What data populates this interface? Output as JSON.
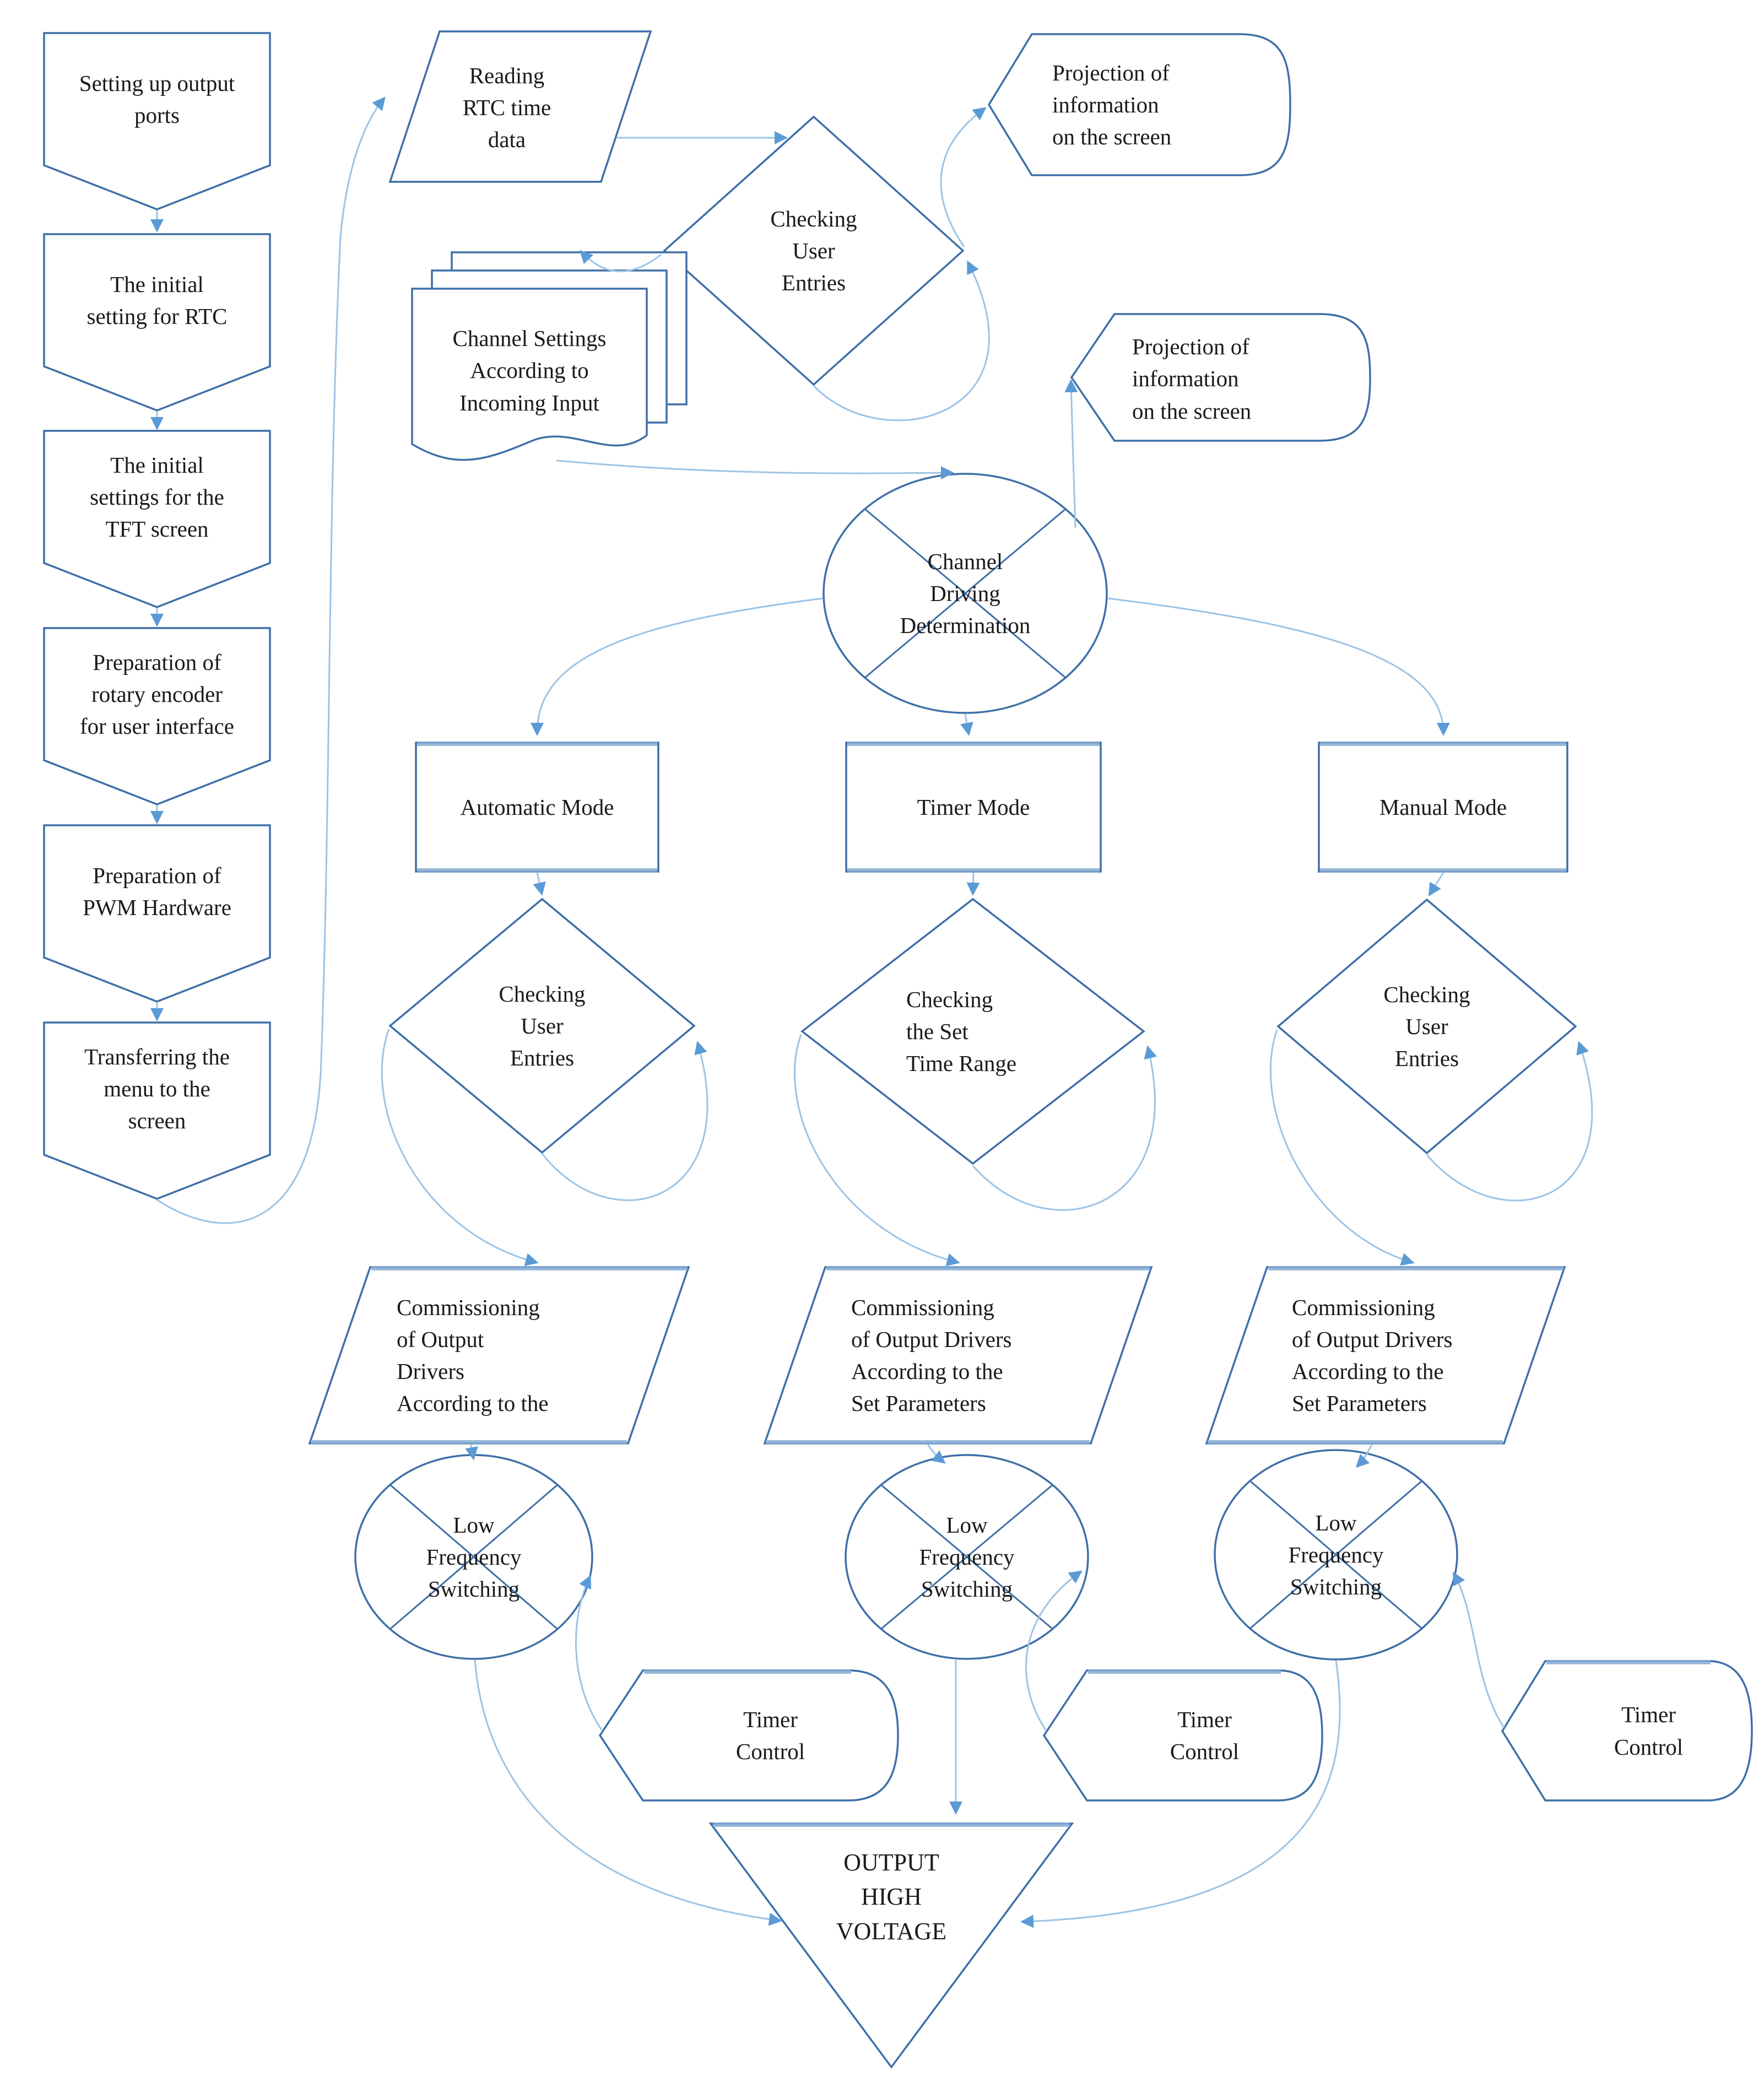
{
  "nodes": {
    "flag1": {
      "label": "Setting up output\nports"
    },
    "flag2": {
      "label": "The initial\nsetting for RTC"
    },
    "flag3": {
      "label": "The initial\nsettings for the\nTFT screen"
    },
    "flag4": {
      "label": "Preparation of\nrotary encoder\nfor user interface"
    },
    "flag5": {
      "label": "Preparation of\nPWM Hardware"
    },
    "flag6": {
      "label": "Transferring the\nmenu to the\nscreen"
    },
    "readingRtc": {
      "label": "Reading\nRTC time\ndata"
    },
    "checkingEntriesTop": {
      "label": "Checking\nUser\nEntries"
    },
    "projection1": {
      "label": "Projection of\ninformation\non the screen"
    },
    "channelSettings": {
      "label": "Channel Settings\nAccording to\nIncoming Input"
    },
    "projection2": {
      "label": "Projection of\ninformation\non the screen"
    },
    "channelDriving": {
      "label": "Channel\nDriving\nDetermination"
    },
    "automaticMode": {
      "label": "Automatic Mode"
    },
    "timerMode": {
      "label": "Timer Mode"
    },
    "manualMode": {
      "label": "Manual Mode"
    },
    "checkingAuto": {
      "label": "Checking\nUser\nEntries"
    },
    "checkingTimer": {
      "label": "Checking\nthe Set\nTime Range"
    },
    "checkingManual": {
      "label": "Checking\nUser\nEntries"
    },
    "commissioningAuto": {
      "label": "Commissioning\nof Output\nDrivers\nAccording to the"
    },
    "commissioningTimer": {
      "label": "Commissioning\nof Output Drivers\nAccording to the\nSet Parameters"
    },
    "commissioningManual": {
      "label": "Commissioning\nof Output Drivers\nAccording to the\nSet Parameters"
    },
    "lowFreq1": {
      "label": "Low\nFrequency\nSwitching"
    },
    "lowFreq2": {
      "label": "Low\nFrequency\nSwitching"
    },
    "lowFreq3": {
      "label": "Low\nFrequency\nSwitching"
    },
    "timerControl1": {
      "label": "Timer\nControl"
    },
    "timerControl2": {
      "label": "Timer\nControl"
    },
    "timerControl3": {
      "label": "Timer\nControl"
    },
    "outputHighVoltage": {
      "label": "OUTPUT\nHIGH\nVOLTAGE"
    }
  },
  "colors": {
    "shape_stroke": "#3e6fa7",
    "connector": "#9cc3e5",
    "arrowhead": "#5b9bd5",
    "accent_edge": "#86acd4",
    "text": "#1a1a1a",
    "background": "#ffffff"
  }
}
